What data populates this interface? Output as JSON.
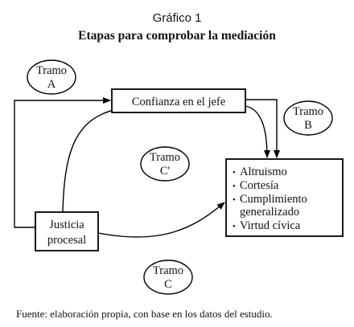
{
  "figure": {
    "number": "Gráfico 1",
    "title": "Etapas para comprobar la mediación",
    "source": "Fuente: elaboración propia, con base en los datos del estudio."
  },
  "nodes": {
    "confianza": "Confianza en el jefe",
    "justicia": [
      "Justicia",
      "procesal"
    ],
    "outcomes": [
      "Altruismo",
      "Cortesía",
      "Cumplimiento",
      "generalizado",
      "Virtud cívica"
    ]
  },
  "paths": {
    "tramo_a": [
      "Tramo",
      "A"
    ],
    "tramo_b": [
      "Tramo",
      "B"
    ],
    "tramo_c_prime": [
      "Tramo",
      "C'"
    ],
    "tramo_c": [
      "Tramo",
      "C"
    ]
  },
  "bullet": "•"
}
